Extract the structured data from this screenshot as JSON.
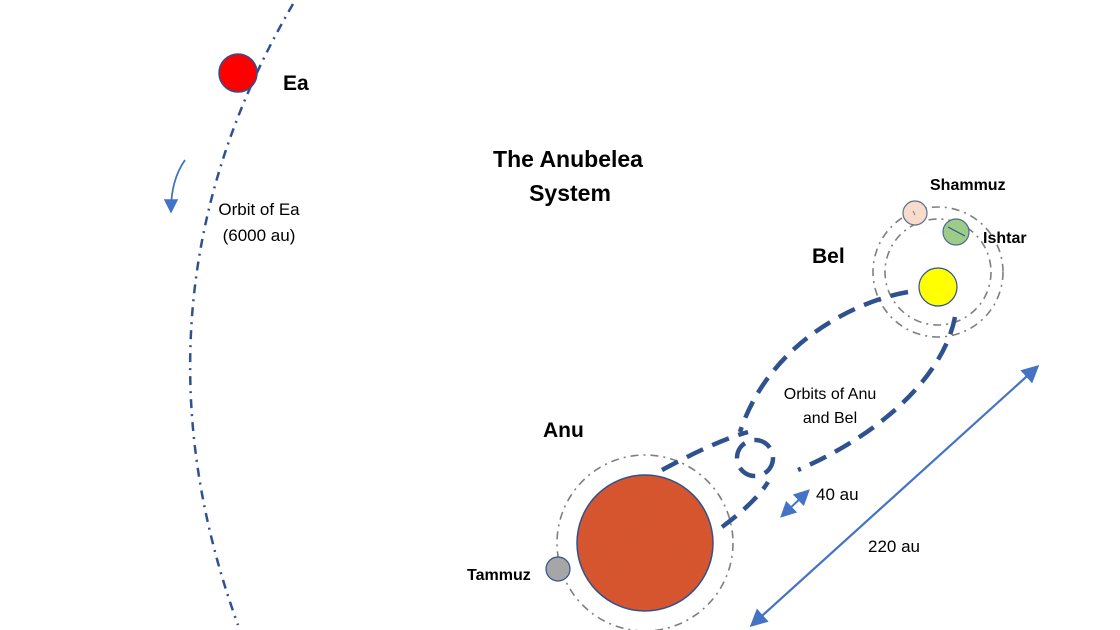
{
  "title_line1": "The Anubelea",
  "title_line2": "System",
  "bodies": {
    "ea": "Ea",
    "bel": "Bel",
    "anu": "Anu",
    "shammuz": "Shammuz",
    "ishtar": "Ishtar",
    "tammuz": "Tammuz"
  },
  "annotations": {
    "orbit_ea_line1": "Orbit of Ea",
    "orbit_ea_line2": "(6000 au)",
    "orbits_anubel_line1": "Orbits of Anu",
    "orbits_anubel_line2": "and Bel",
    "distance_40": "40 au",
    "distance_220": "220 au"
  },
  "colors": {
    "ea": "#ff0000",
    "bel": "#ffff00",
    "anu": "#d9532c",
    "shammuz": "#f8dccb",
    "ishtar": "#9dcb88",
    "tammuz": "#a6a6a6",
    "orbit_blue": "#2f528f",
    "arrow_blue": "#4472c4",
    "moon_orbit_gray": "#7f7f7f"
  }
}
